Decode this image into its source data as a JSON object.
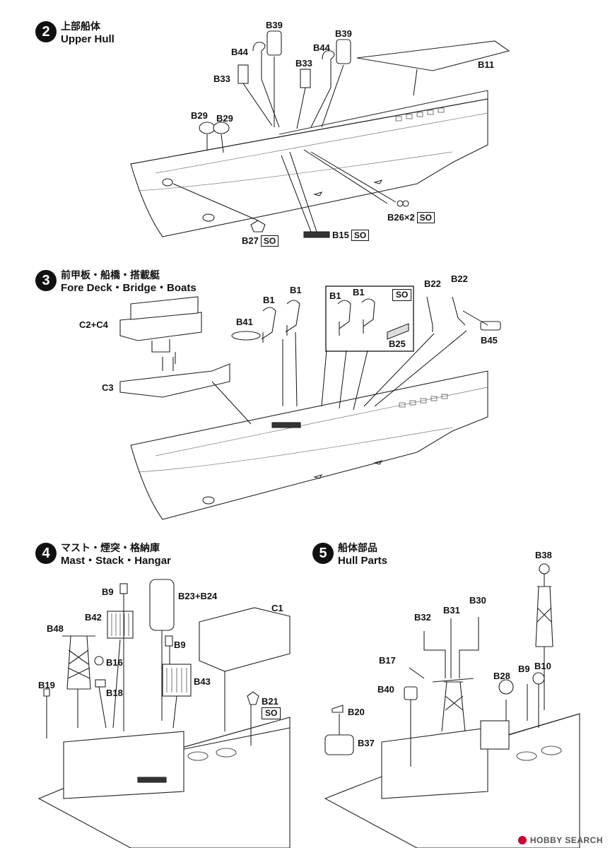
{
  "steps": [
    {
      "num": "2",
      "jp": "上部船体",
      "en": "Upper Hull"
    },
    {
      "num": "3",
      "jp": "前甲板・船橋・搭載艇",
      "en": "Fore Deck・Bridge・Boats"
    },
    {
      "num": "4",
      "jp": "マスト・煙突・格納庫",
      "en": "Mast・Stack・Hangar"
    },
    {
      "num": "5",
      "jp": "船体部品",
      "en": "Hull Parts"
    }
  ],
  "labels": {
    "s2": {
      "b39a": "B39",
      "b39b": "B39",
      "b44a": "B44",
      "b44b": "B44",
      "b33a": "B33",
      "b33b": "B33",
      "b11": "B11",
      "b29a": "B29",
      "b29b": "B29",
      "b26": "B26×2",
      "b26so": "SO",
      "b27": "B27",
      "b27so": "SO",
      "b15": "B15",
      "b15so": "SO"
    },
    "s3": {
      "c2c4": "C2+C4",
      "c3": "C3",
      "b41": "B41",
      "b1a": "B1",
      "b1b": "B1",
      "b1c": "B1",
      "b1d": "B1",
      "so": "SO",
      "b25": "B25",
      "b22a": "B22",
      "b22b": "B22",
      "b45": "B45"
    },
    "s4": {
      "b9a": "B9",
      "b23b24": "B23+B24",
      "c1": "C1",
      "b42": "B42",
      "b48": "B48",
      "b16": "B16",
      "b18": "B18",
      "b9b": "B9",
      "b43": "B43",
      "b19": "B19",
      "b21": "B21",
      "b21so": "SO"
    },
    "s5": {
      "b38": "B38",
      "b30": "B30",
      "b31": "B31",
      "b32": "B32",
      "b17": "B17",
      "b40": "B40",
      "b28": "B28",
      "b9": "B9",
      "b10": "B10",
      "b20": "B20",
      "b37": "B37"
    }
  },
  "watermark": "HOBBY SEARCH"
}
